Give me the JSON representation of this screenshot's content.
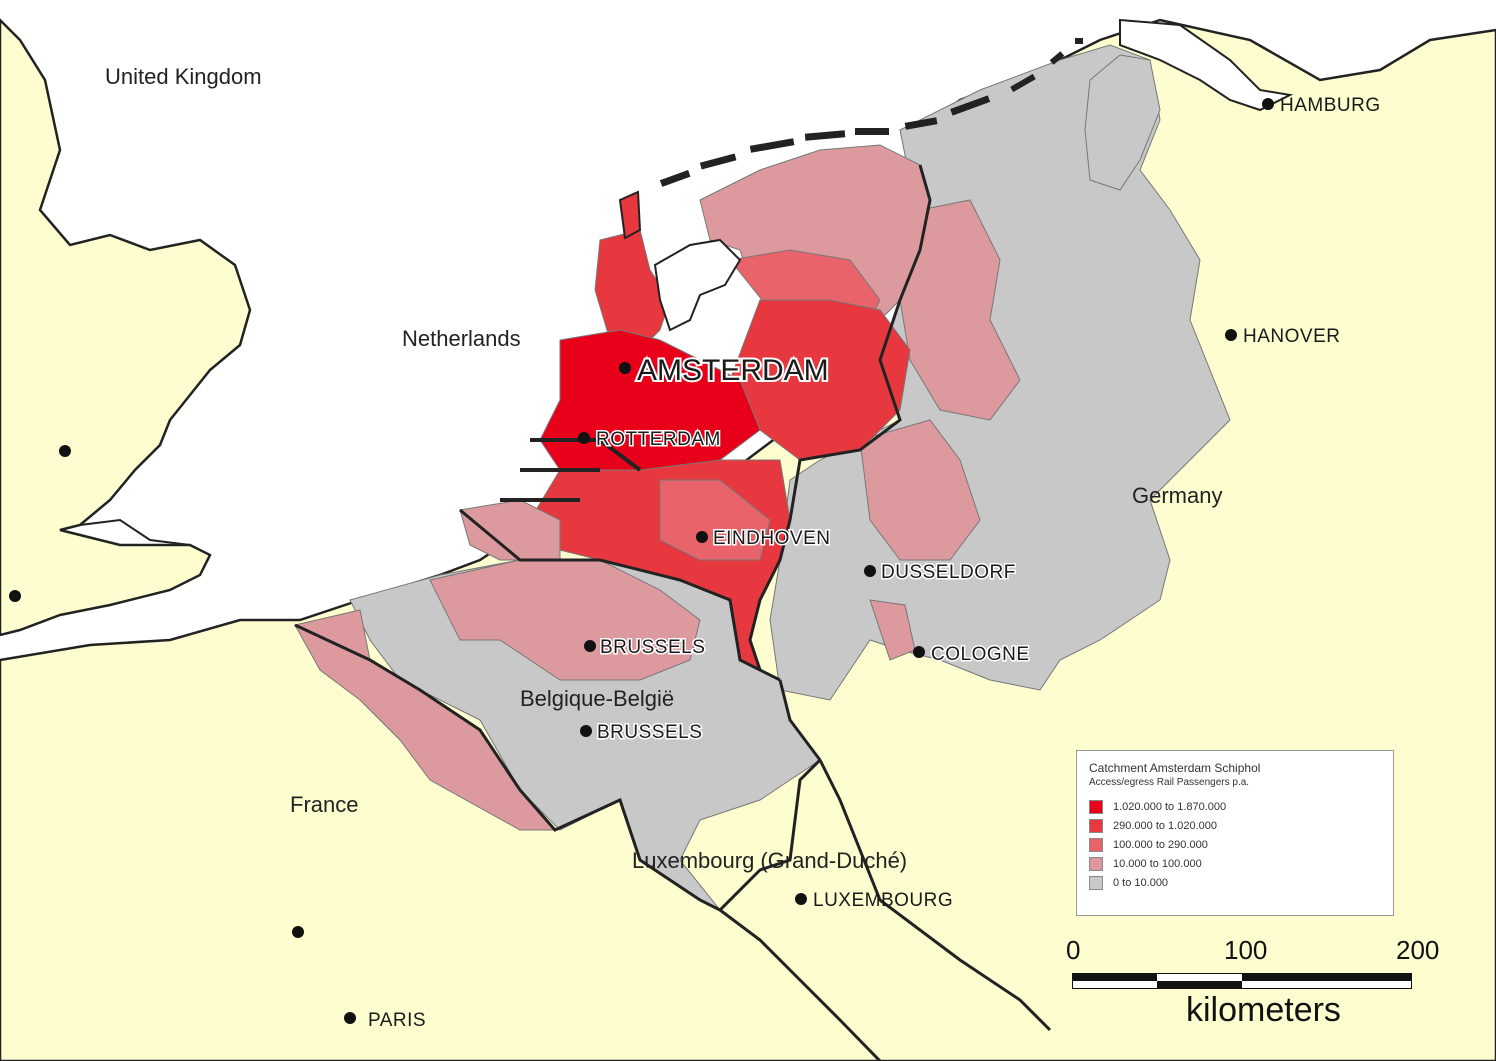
{
  "colors": {
    "sea": "#ffffff",
    "land": "#fdfdd0",
    "class1": "#e8001a",
    "class2": "#e6383e",
    "class3": "#e9646a",
    "class4": "#dd9a9e",
    "class5": "#c8c8c8",
    "border": "#222222"
  },
  "countries": {
    "uk": "United Kingdom",
    "netherlands": "Netherlands",
    "germany": "Germany",
    "france": "France",
    "belgium": "Belgique-België",
    "luxembourg": "Luxembourg (Grand-Duché)"
  },
  "cities": {
    "amsterdam": "AMSTERDAM",
    "rotterdam": "ROTTERDAM",
    "eindhoven": "EINDHOVEN",
    "dusseldorf": "DUSSELDORF",
    "cologne": "COLOGNE",
    "brussels_top": "BRUSSELS",
    "brussels_bottom": "BRUSSELS",
    "hamburg": "HAMBURG",
    "hanover": "HANOVER",
    "luxembourg": "LUXEMBOURG",
    "paris": "PARIS"
  },
  "legend": {
    "title": "Catchment Amsterdam Schiphol",
    "subtitle": "Access/egress Rail Passengers p.a.",
    "classes": [
      {
        "label": "1.020.000 to 1.870.000",
        "color": "#e8001a"
      },
      {
        "label": "290.000 to 1.020.000",
        "color": "#e6383e"
      },
      {
        "label": "100.000 to    290.000",
        "color": "#e9646a"
      },
      {
        "label": "10.000 to    100.000",
        "color": "#dd9a9e"
      },
      {
        "label": "0 to      10.000",
        "color": "#c8c8c8"
      }
    ]
  },
  "scale": {
    "ticks": [
      "0",
      "100",
      "200"
    ],
    "unit": "kilometers"
  }
}
